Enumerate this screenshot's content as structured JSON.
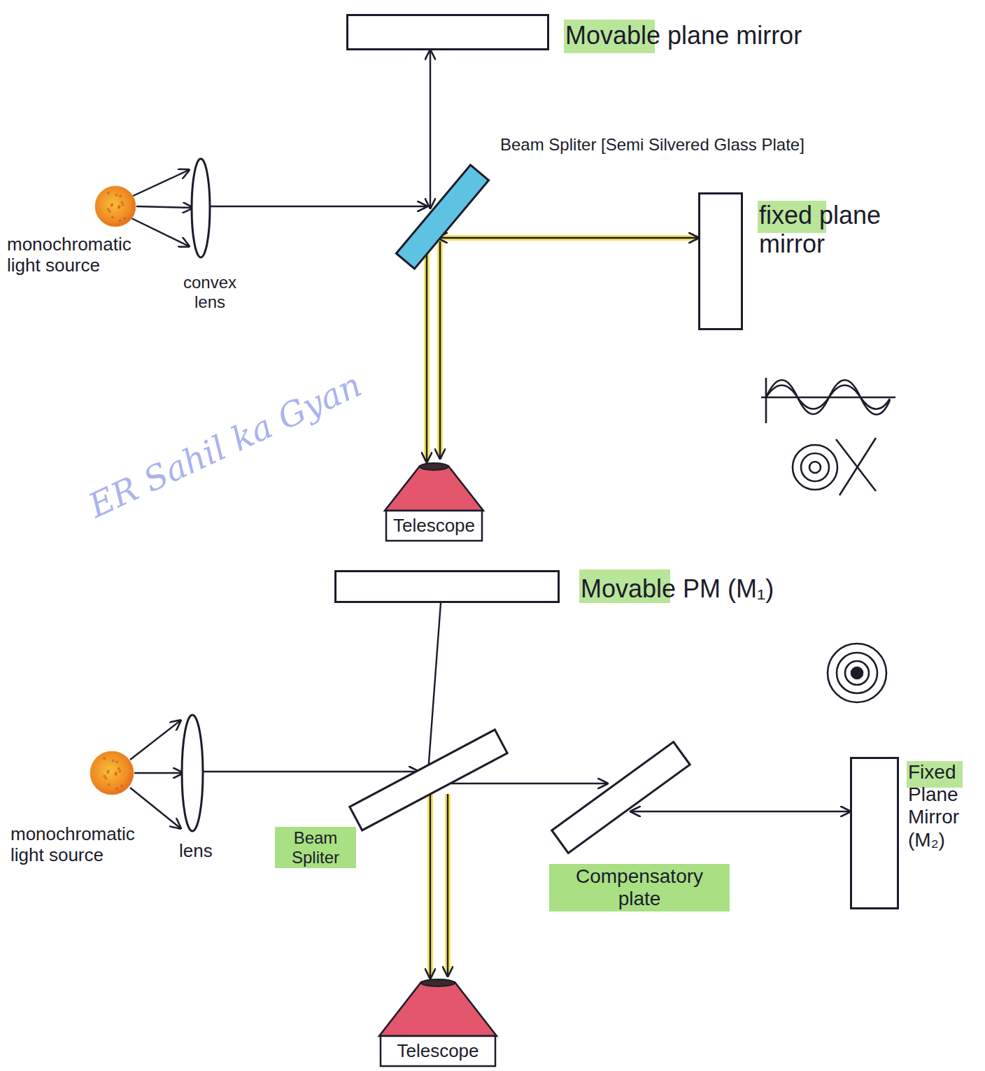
{
  "diagram": {
    "nodes": [
      {
        "text": [
          "Movable plane mirror"
        ]
      },
      {
        "text": [
          "Beam Spliter [Semi Silvered Glass Plate]"
        ]
      },
      {
        "text": [
          "fixed plane mirror"
        ]
      },
      {
        "text": [
          "monochromatic light source"
        ]
      },
      {
        "text": [
          "convex lens"
        ]
      },
      {
        "text": [
          "Telescope"
        ]
      },
      {
        "text": [
          "Movable PM (M₁)"
        ]
      },
      {
        "text": [
          "monochromatic light source"
        ]
      },
      {
        "text": [
          "lens"
        ]
      },
      {
        "text": [
          "Beam Spliter"
        ]
      },
      {
        "text": [
          "Compensatory plate"
        ]
      },
      {
        "text": [
          "Fixed Plane Mirror (M₂)"
        ]
      },
      {
        "text": [
          "Telescope"
        ]
      }
    ],
    "edges": [
      {
        "from": 3,
        "to": 4,
        "arrow": "to"
      },
      {
        "from": 4,
        "to": 1,
        "arrow": "to"
      },
      {
        "from": 1,
        "to": 0,
        "arrow": "both"
      },
      {
        "from": 1,
        "to": 2,
        "arrow": "both"
      },
      {
        "from": 1,
        "to": 5,
        "arrow": "to"
      },
      {
        "from": 7,
        "to": 8,
        "arrow": "to"
      },
      {
        "from": 8,
        "to": 9,
        "arrow": "to"
      },
      {
        "from": 6,
        "to": 9,
        "arrow": "none"
      },
      {
        "from": 9,
        "to": 10,
        "arrow": "to"
      },
      {
        "from": 10,
        "to": 11,
        "arrow": "both"
      },
      {
        "from": 9,
        "to": 12,
        "arrow": "to"
      }
    ],
    "labels": [
      "ER Sahil ka Gyan"
    ]
  }
}
